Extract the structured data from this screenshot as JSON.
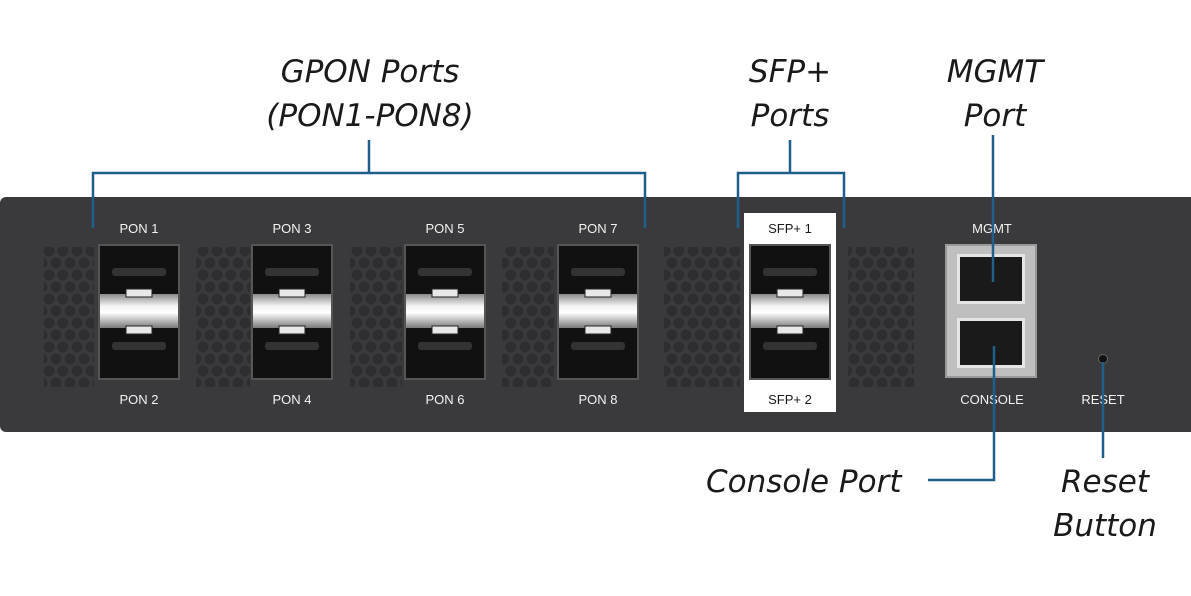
{
  "callouts": {
    "gpon_line1": "GPON Ports",
    "gpon_line2": "(PON1-PON8)",
    "sfp_line1": "SFP+",
    "sfp_line2": "Ports",
    "mgmt_line1": "MGMT",
    "mgmt_line2": "Port",
    "console": "Console Port",
    "reset_line1": "Reset",
    "reset_line2": "Button"
  },
  "port_labels": {
    "top": [
      "PON 1",
      "PON 3",
      "PON 5",
      "PON 7"
    ],
    "bottom": [
      "PON 2",
      "PON 4",
      "PON 6",
      "PON 8"
    ],
    "sfp_top": "SFP+ 1",
    "sfp_bottom": "SFP+ 2",
    "mgmt": "MGMT",
    "console": "CONSOLE",
    "reset": "RESET"
  },
  "colors": {
    "panel": "#3a3a3c",
    "leader_line": "#1f5f8b",
    "label_text": "#f2f2f2"
  }
}
